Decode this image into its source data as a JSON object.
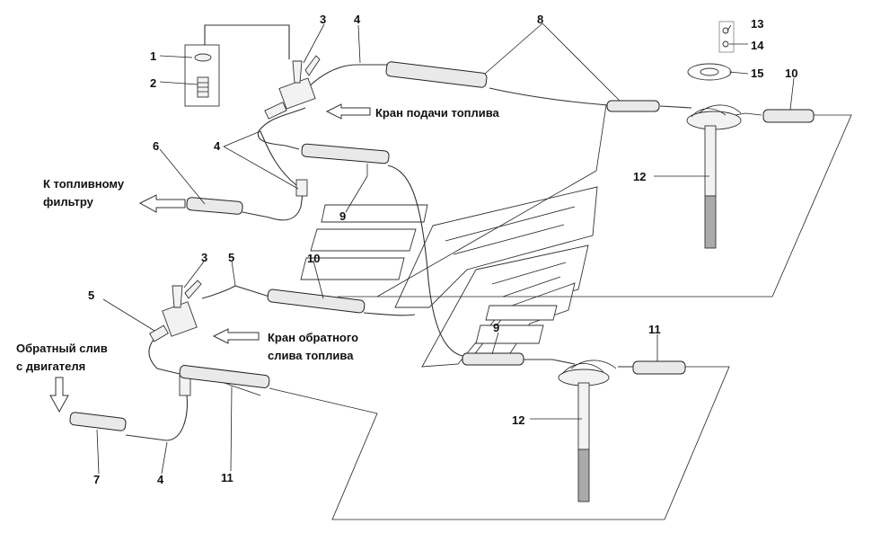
{
  "captions": {
    "supply_valve": "Кран подачи топлива",
    "to_filter_line1": "К топливному",
    "to_filter_line2": "фильтру",
    "return_drain_line1": "Обратный слив",
    "return_drain_line2": "с двигателя",
    "return_valve_line1": "Кран обратного",
    "return_valve_line2": "слива топлива"
  },
  "callouts": {
    "n1": "1",
    "n2": "2",
    "n3a": "3",
    "n3b": "3",
    "n4a": "4",
    "n4b": "4",
    "n4c": "4",
    "n5a": "5",
    "n5b": "5",
    "n6": "6",
    "n7": "7",
    "n8": "8",
    "n9a": "9",
    "n9b": "9",
    "n10a": "10",
    "n10b": "10",
    "n11a": "11",
    "n11b": "11",
    "n12a": "12",
    "n12b": "12",
    "n13": "13",
    "n14": "14",
    "n15": "15"
  },
  "icons": {
    "arrows": [
      "arrow-left-icon",
      "arrow-down-icon"
    ],
    "logo": "kamaz-logo-icon"
  },
  "colors": {
    "line": "#222222",
    "background": "#ffffff"
  }
}
